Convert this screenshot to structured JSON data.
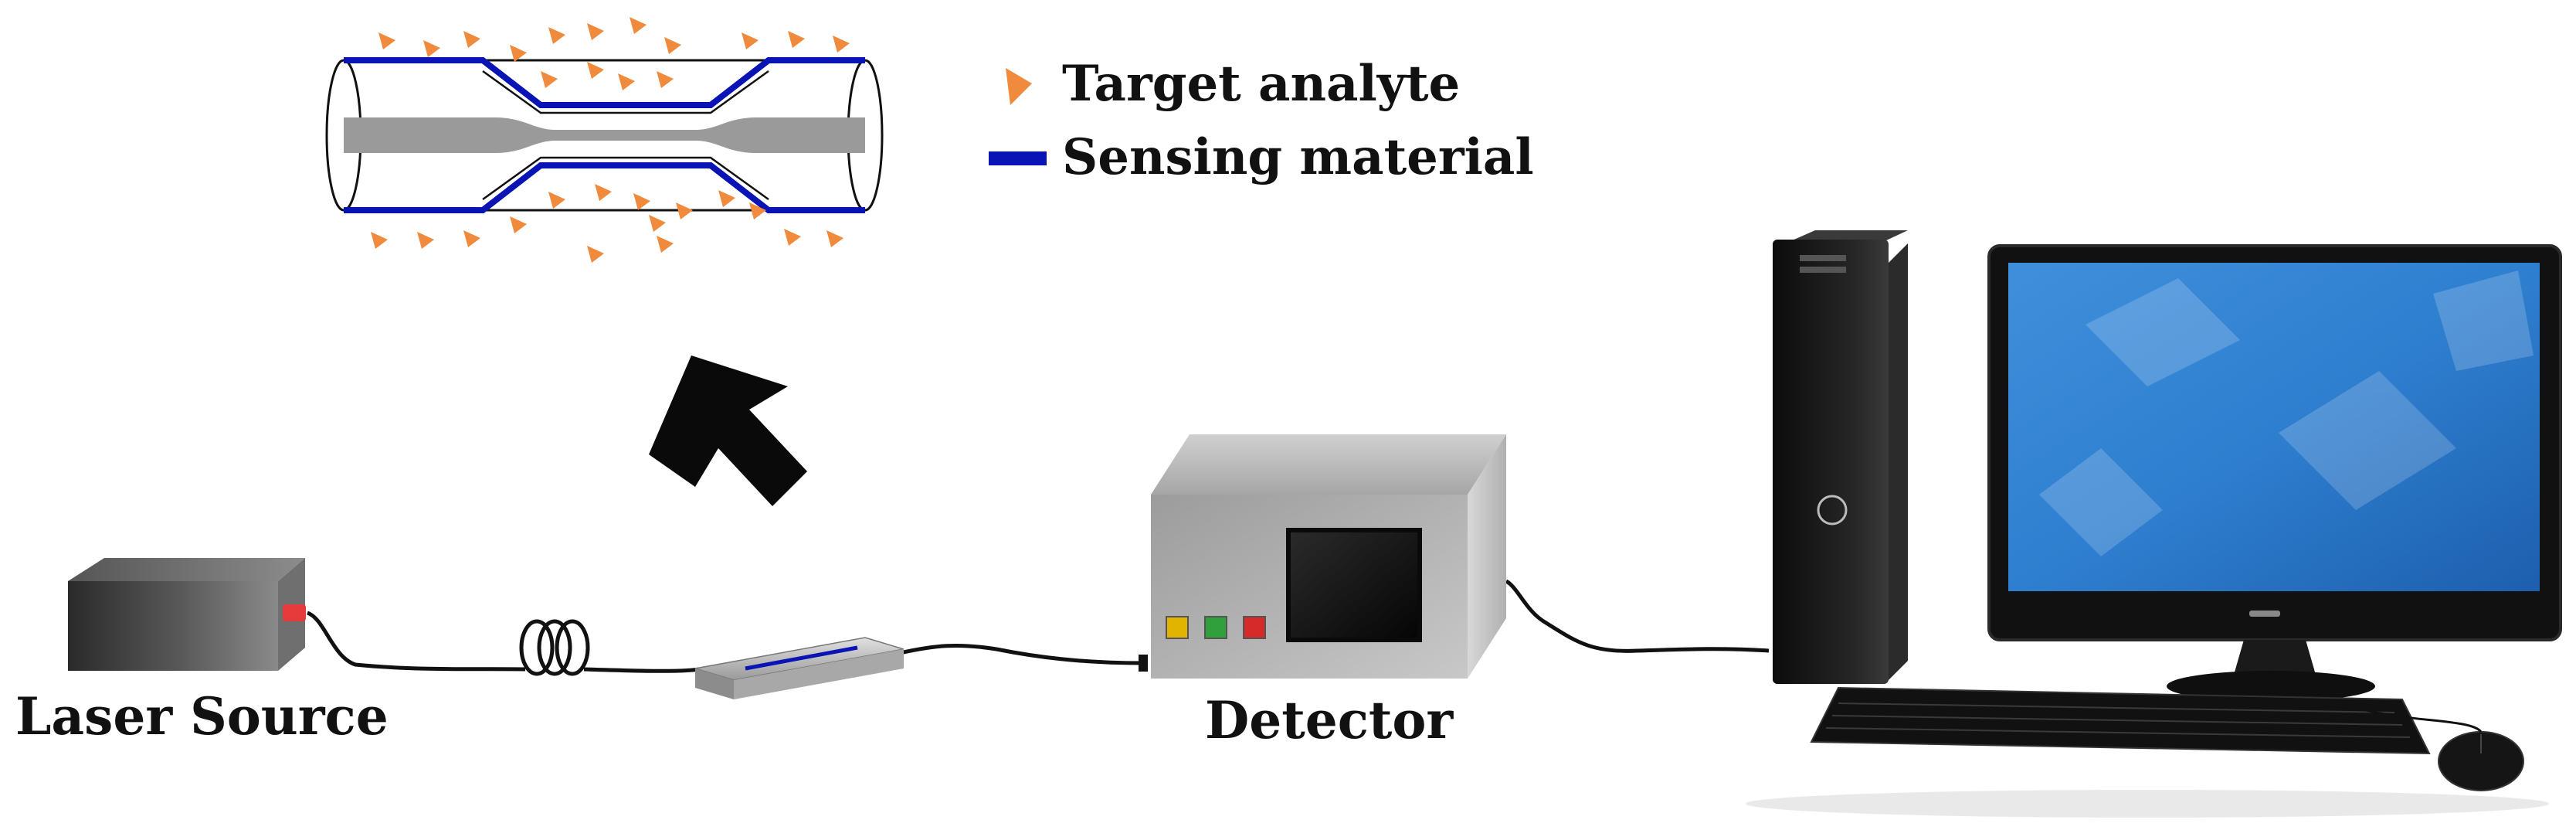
{
  "legend": {
    "items": [
      {
        "symbol": "triangle",
        "color": "#f08a3c",
        "label": "Target analyte"
      },
      {
        "symbol": "bar",
        "color": "#0a14b4",
        "label": "Sensing material"
      }
    ]
  },
  "labels": {
    "laser_source": "Laser Source",
    "detector": "Detector"
  },
  "components": {
    "laser": {
      "body_color": "#3a3a3a",
      "port_color": "#e63b3b"
    },
    "detector": {
      "body_color": "#b5b5b5",
      "button_colors": [
        "#e0b400",
        "#2fa03a",
        "#d62a2a"
      ]
    },
    "fiber_color": "#111111",
    "fiber_core_color": "#9a9a9a",
    "computer": {
      "screen_color": "#2f7fd0",
      "case_color": "#111111"
    }
  }
}
